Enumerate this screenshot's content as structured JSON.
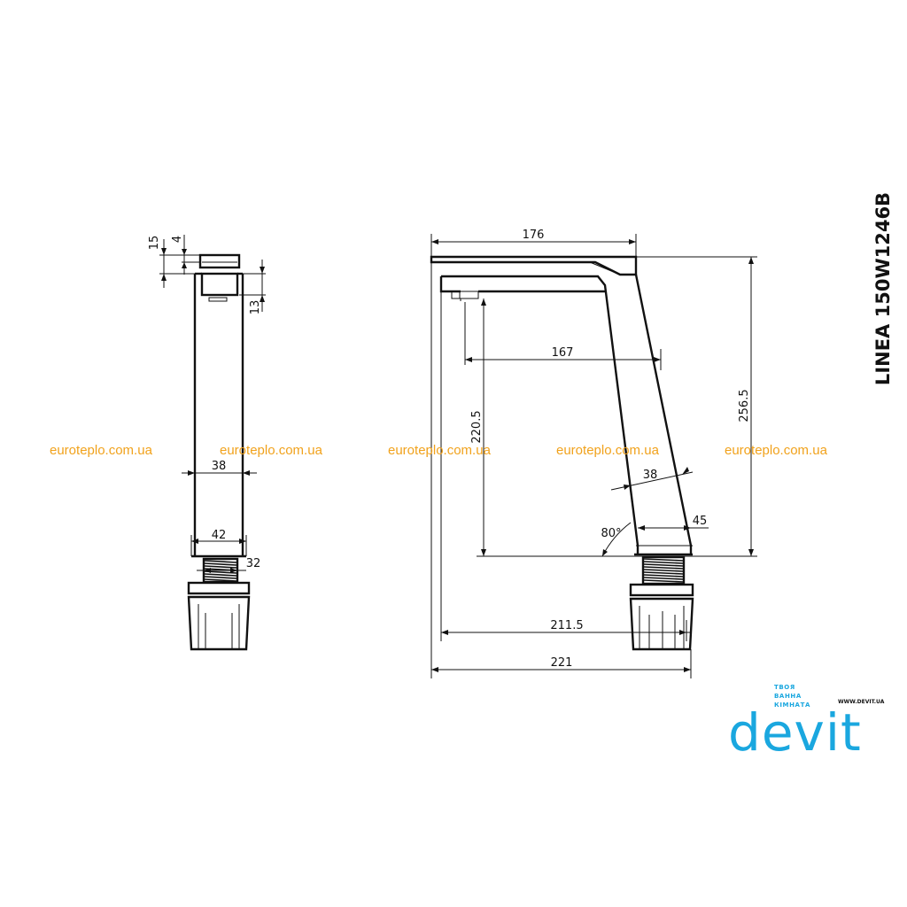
{
  "title": "LINEA 150W1246B",
  "watermark": "euroteplo.com.ua",
  "brand": {
    "name": "devit",
    "tagline": [
      "ТВОЯ",
      "ВАННА",
      "КІМНАТА"
    ],
    "website": "WWW.DEVIT.UA",
    "color": "#1aa7df"
  },
  "side_view_dimensions": {
    "d15": "15",
    "d4": "4",
    "d13": "13",
    "d38": "38",
    "d42": "42",
    "d32": "32"
  },
  "front_view_dimensions": {
    "d176": "176",
    "d167": "167",
    "d220_5": "220.5",
    "d256_5": "256.5",
    "d38": "38",
    "d45": "45",
    "angle": "80°",
    "d211_5": "211.5",
    "d221": "221"
  },
  "colors": {
    "line": "#111111",
    "watermark": "#f1a21c"
  }
}
